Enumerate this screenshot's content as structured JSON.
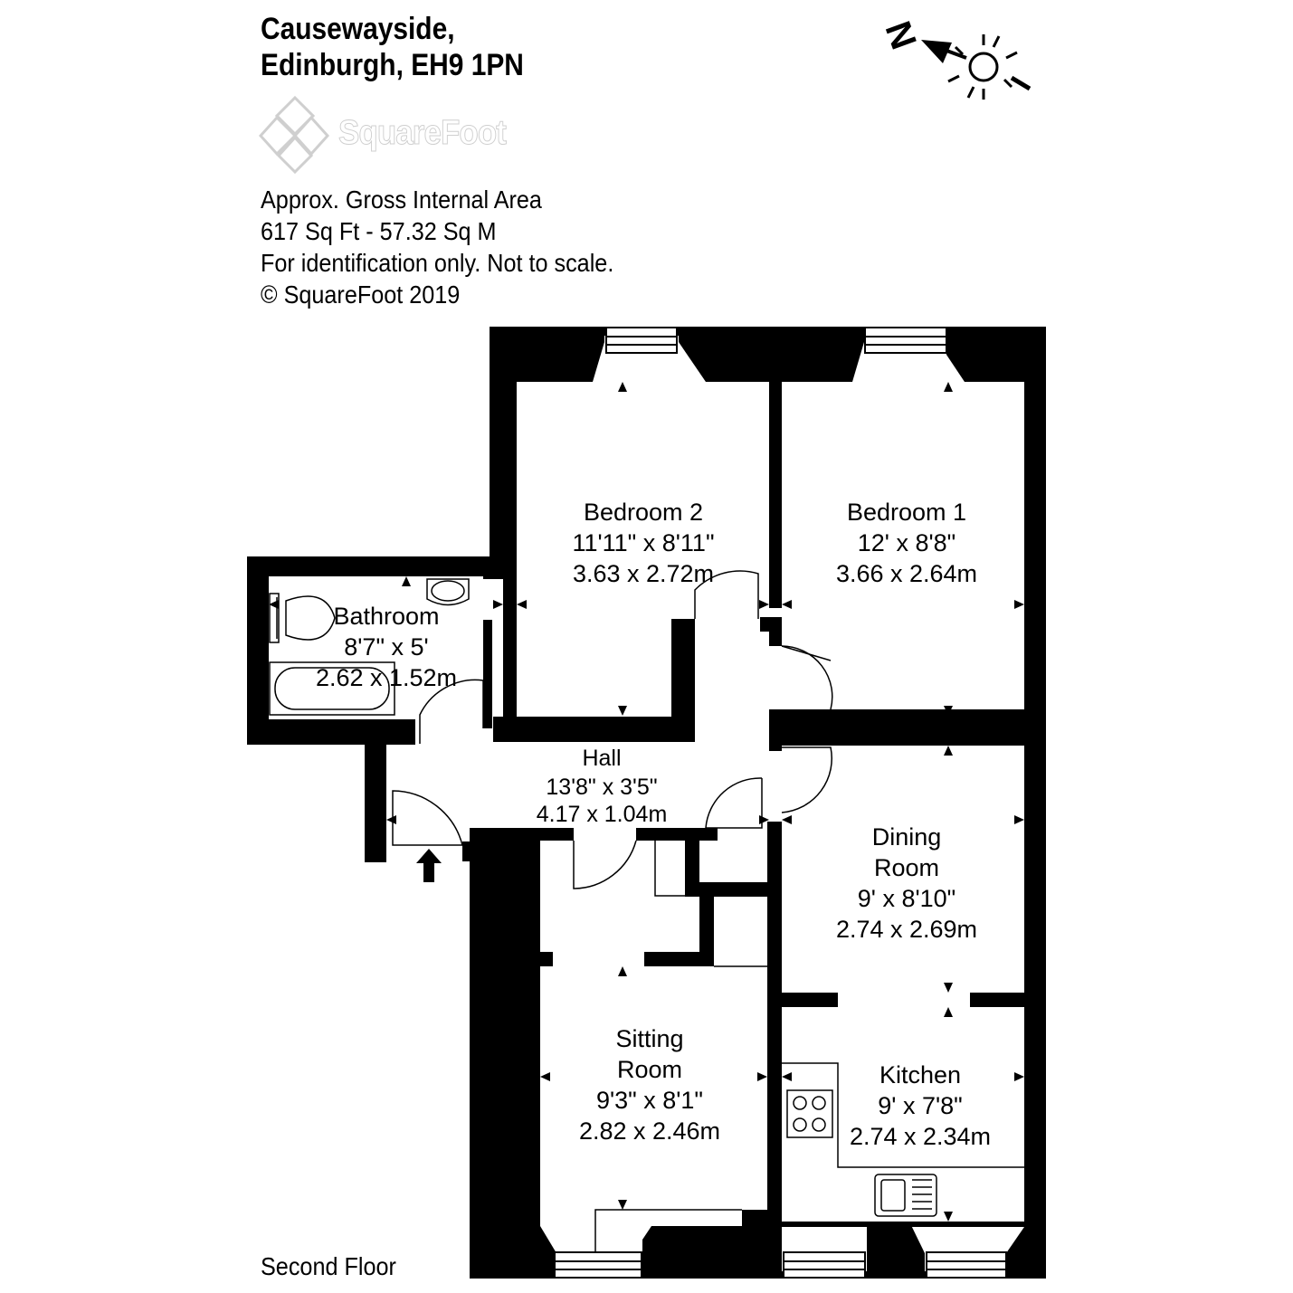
{
  "header": {
    "title_line1": "Causewayside,",
    "title_line2": "Edinburgh, EH9 1PN"
  },
  "logo": {
    "text": "SquareFoot"
  },
  "info": {
    "line1": "Approx. Gross Internal Area",
    "line2": "617 Sq Ft  -  57.32 Sq M",
    "line3": "For identification only. Not to scale.",
    "line4": "© SquareFoot 2019"
  },
  "compass": {
    "label": "N"
  },
  "floor_label": "Second Floor",
  "rooms": {
    "bedroom2": {
      "name": "Bedroom 2",
      "imperial": "11'11\" x 8'11\"",
      "metric": "3.63 x 2.72m"
    },
    "bedroom1": {
      "name": "Bedroom 1",
      "imperial": "12' x 8'8\"",
      "metric": "3.66 x 2.64m"
    },
    "bathroom": {
      "name": "Bathroom",
      "imperial": "8'7\" x 5'",
      "metric": "2.62 x 1.52m"
    },
    "hall": {
      "name": "Hall",
      "imperial": "13'8\" x 3'5\"",
      "metric": "4.17 x 1.04m"
    },
    "dining": {
      "name_line1": "Dining",
      "name_line2": "Room",
      "imperial": "9' x 8'10\"",
      "metric": "2.74 x 2.69m"
    },
    "sitting": {
      "name_line1": "Sitting",
      "name_line2": "Room",
      "imperial": "9'3\" x 8'1\"",
      "metric": "2.82 x 2.46m"
    },
    "kitchen": {
      "name": "Kitchen",
      "imperial": "9' x 7'8\"",
      "metric": "2.74 x 2.34m"
    }
  },
  "colors": {
    "wall": "#000000",
    "logo": "#d0d0d0",
    "background": "#ffffff"
  }
}
